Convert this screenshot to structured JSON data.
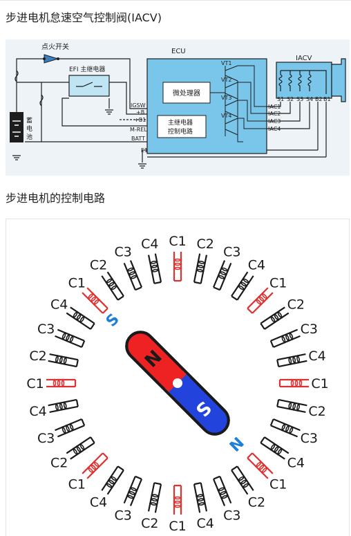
{
  "headings": {
    "section1": "步进电机怠速空气控制阀(IACV)",
    "section2": "步进电机的控制电路"
  },
  "circuit": {
    "ignition_switch": "点火开关",
    "ecu": "ECU",
    "iacv": "IACV",
    "efi_relay": "EFI 主继电器",
    "battery": [
      "蓄",
      "电",
      "池"
    ],
    "microprocessor": "微处理器",
    "main_relay_ctrl": [
      "主继电器",
      "控制电路"
    ],
    "ecu_pins_left": [
      "IGSW",
      "+B",
      "+B1",
      "M-REL",
      "BATT",
      "E1"
    ],
    "ecu_pins_right": [
      "IAC1",
      "IAC2",
      "IAC3",
      "IAC4"
    ],
    "transistors": [
      "VT1",
      "VT2",
      "VT3",
      "VT4"
    ],
    "iacv_pins": [
      "S1",
      "S2",
      "S3",
      "S4",
      "B2",
      "B1"
    ]
  },
  "motor": {
    "rotor_north": "N",
    "rotor_south": "S",
    "stator_north": "N",
    "stator_south": "S",
    "coil_labels": [
      "C1",
      "C2",
      "C3",
      "C4",
      "C1",
      "C2",
      "C3",
      "C4",
      "C1",
      "C2",
      "C3",
      "C4",
      "C1",
      "C2",
      "C3",
      "C4",
      "C1",
      "C2",
      "C3",
      "C4",
      "C1",
      "C2",
      "C3",
      "C4",
      "C1",
      "C2",
      "C3",
      "C4",
      "C1",
      "C2",
      "C3",
      "C4"
    ],
    "colors": {
      "active_coil": "#e03030",
      "coil": "#1a1a1a",
      "rotor_north": "#ee2222",
      "rotor_south": "#2244dd",
      "pole_label": "#1f7fd6"
    }
  },
  "colors": {
    "panel_bg": "#eef3f8",
    "ecu_fill": "#79c6ea",
    "relay_fill": "#bfe5f5",
    "wire": "#1d1d1d"
  }
}
